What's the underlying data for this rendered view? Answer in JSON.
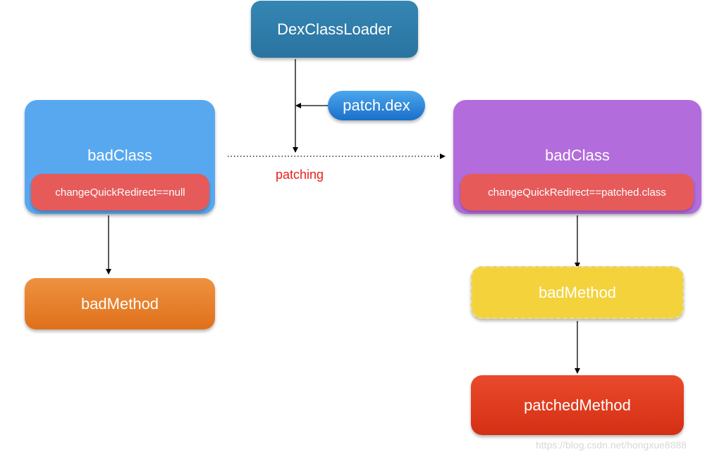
{
  "nodes": {
    "dex_class_loader": "DexClassLoader",
    "patch_dex": "patch.dex",
    "left_class": {
      "title": "badClass",
      "redirect": "changeQuickRedirect==null"
    },
    "right_class": {
      "title": "badClass",
      "redirect": "changeQuickRedirect==patched.class"
    },
    "left_method": "badMethod",
    "right_method": "badMethod",
    "patched_method": "patchedMethod"
  },
  "edge_label": "patching",
  "watermark": "https://blog.csdn.net/hongxue8888",
  "colors": {
    "loader": "#2f7cab",
    "patch_dex": "#2a86dc",
    "left_class": "#58a8f0",
    "right_class": "#b26cdc",
    "redirect": "#e65a5a",
    "left_method": "#e8802c",
    "right_method": "#f3d23c",
    "patched_method": "#de3c20",
    "edge_label": "#e8201a"
  }
}
